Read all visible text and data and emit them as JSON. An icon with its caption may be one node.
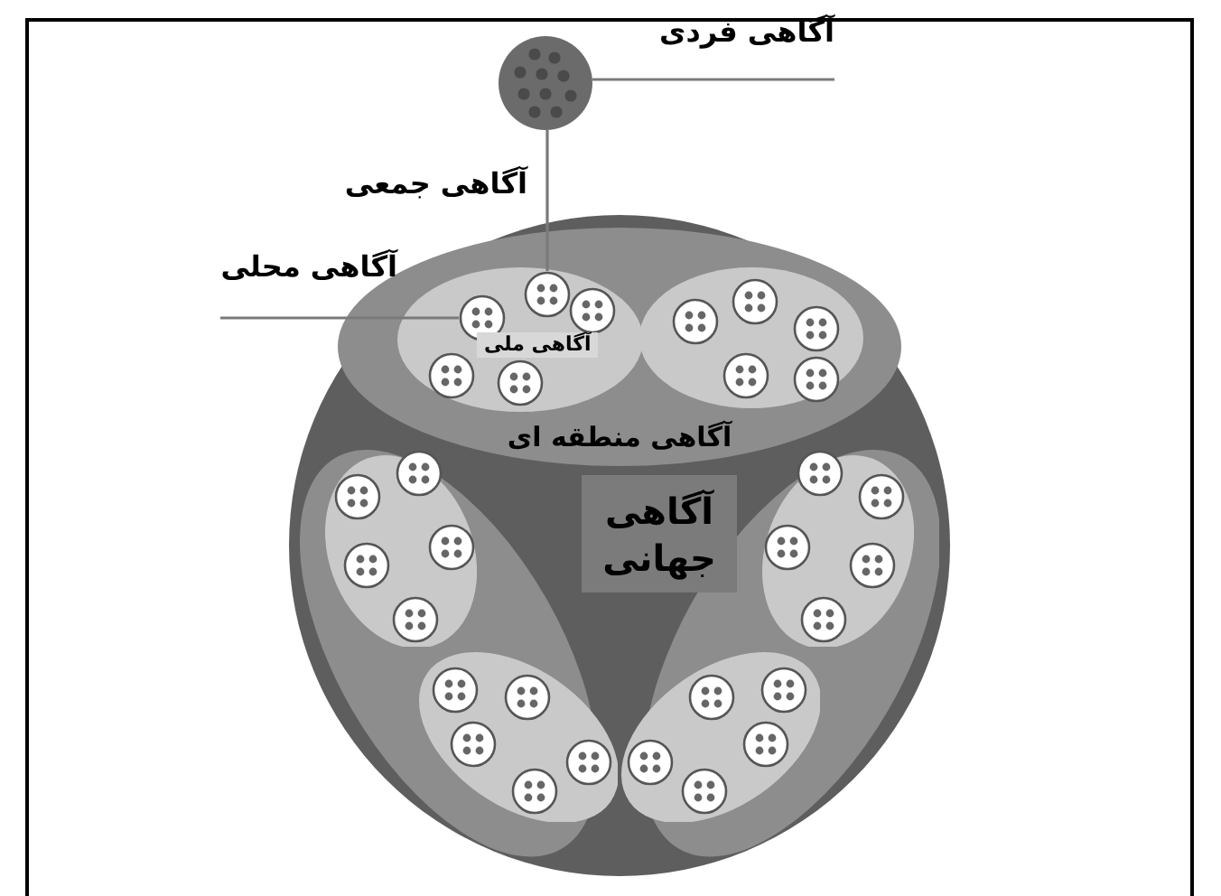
{
  "diagram": {
    "nodes": [
      {
        "text": [],
        "shape": "circle"
      },
      {
        "text": [
          "آگاهی منطقه ای"
        ],
        "in": 0
      },
      {
        "text": [
          "آگاهی ملی"
        ],
        "in": 1
      },
      {
        "text": [],
        "shape": "circle",
        "in": 2
      },
      {
        "text": [],
        "shape": "circle",
        "in": 2
      },
      {
        "text": [],
        "shape": "circle",
        "in": 2
      },
      {
        "text": [],
        "shape": "circle",
        "in": 2
      },
      {
        "text": [],
        "shape": "circle",
        "in": 2
      },
      {
        "text": [],
        "shape": "ellipse",
        "in": 1
      },
      {
        "text": [],
        "shape": "circle",
        "in": 8
      },
      {
        "text": [],
        "shape": "circle",
        "in": 8
      },
      {
        "text": [],
        "shape": "circle",
        "in": 8
      },
      {
        "text": [],
        "shape": "circle",
        "in": 8
      },
      {
        "text": [],
        "shape": "circle",
        "in": 8
      },
      {
        "text": [],
        "shape": "ellipse",
        "in": 0
      },
      {
        "text": [],
        "shape": "ellipse",
        "in": 14
      },
      {
        "text": [],
        "shape": "circle",
        "in": 15
      },
      {
        "text": [],
        "shape": "circle",
        "in": 15
      },
      {
        "text": [],
        "shape": "circle",
        "in": 15
      },
      {
        "text": [],
        "shape": "circle",
        "in": 15
      },
      {
        "text": [],
        "shape": "circle",
        "in": 15
      },
      {
        "text": [],
        "shape": "ellipse",
        "in": 14
      },
      {
        "text": [],
        "shape": "circle",
        "in": 21
      },
      {
        "text": [],
        "shape": "circle",
        "in": 21
      },
      {
        "text": [],
        "shape": "circle",
        "in": 21
      },
      {
        "text": [],
        "shape": "circle",
        "in": 21
      },
      {
        "text": [],
        "shape": "circle",
        "in": 21
      },
      {
        "text": [],
        "shape": "ellipse",
        "in": 0
      },
      {
        "text": [],
        "shape": "ellipse",
        "in": 27
      },
      {
        "text": [],
        "shape": "circle",
        "in": 28
      },
      {
        "text": [],
        "shape": "circle",
        "in": 28
      },
      {
        "text": [],
        "shape": "circle",
        "in": 28
      },
      {
        "text": [],
        "shape": "circle",
        "in": 28
      },
      {
        "text": [],
        "shape": "circle",
        "in": 28
      },
      {
        "text": [],
        "shape": "ellipse",
        "in": 27
      },
      {
        "text": [],
        "shape": "circle",
        "in": 34
      },
      {
        "text": [],
        "shape": "circle",
        "in": 34
      },
      {
        "text": [],
        "shape": "circle",
        "in": 34
      },
      {
        "text": [],
        "shape": "circle",
        "in": 34
      },
      {
        "text": [],
        "shape": "circle",
        "in": 34
      },
      {
        "text": [
          "آگاهی جهانی"
        ],
        "in": 0
      },
      {
        "text": [],
        "shape": "circle"
      },
      {
        "text": [
          "آگاهی فردی"
        ]
      },
      {
        "text": [
          "آگاهی محلی"
        ]
      }
    ],
    "edges": [
      {
        "from": 42,
        "to": 41,
        "arrow": "none"
      },
      {
        "from": 41,
        "to": 3,
        "arrow": "none"
      },
      {
        "from": 43,
        "to": 4,
        "arrow": "none"
      }
    ],
    "labels": [
      "آگاهی جمعی"
    ]
  }
}
